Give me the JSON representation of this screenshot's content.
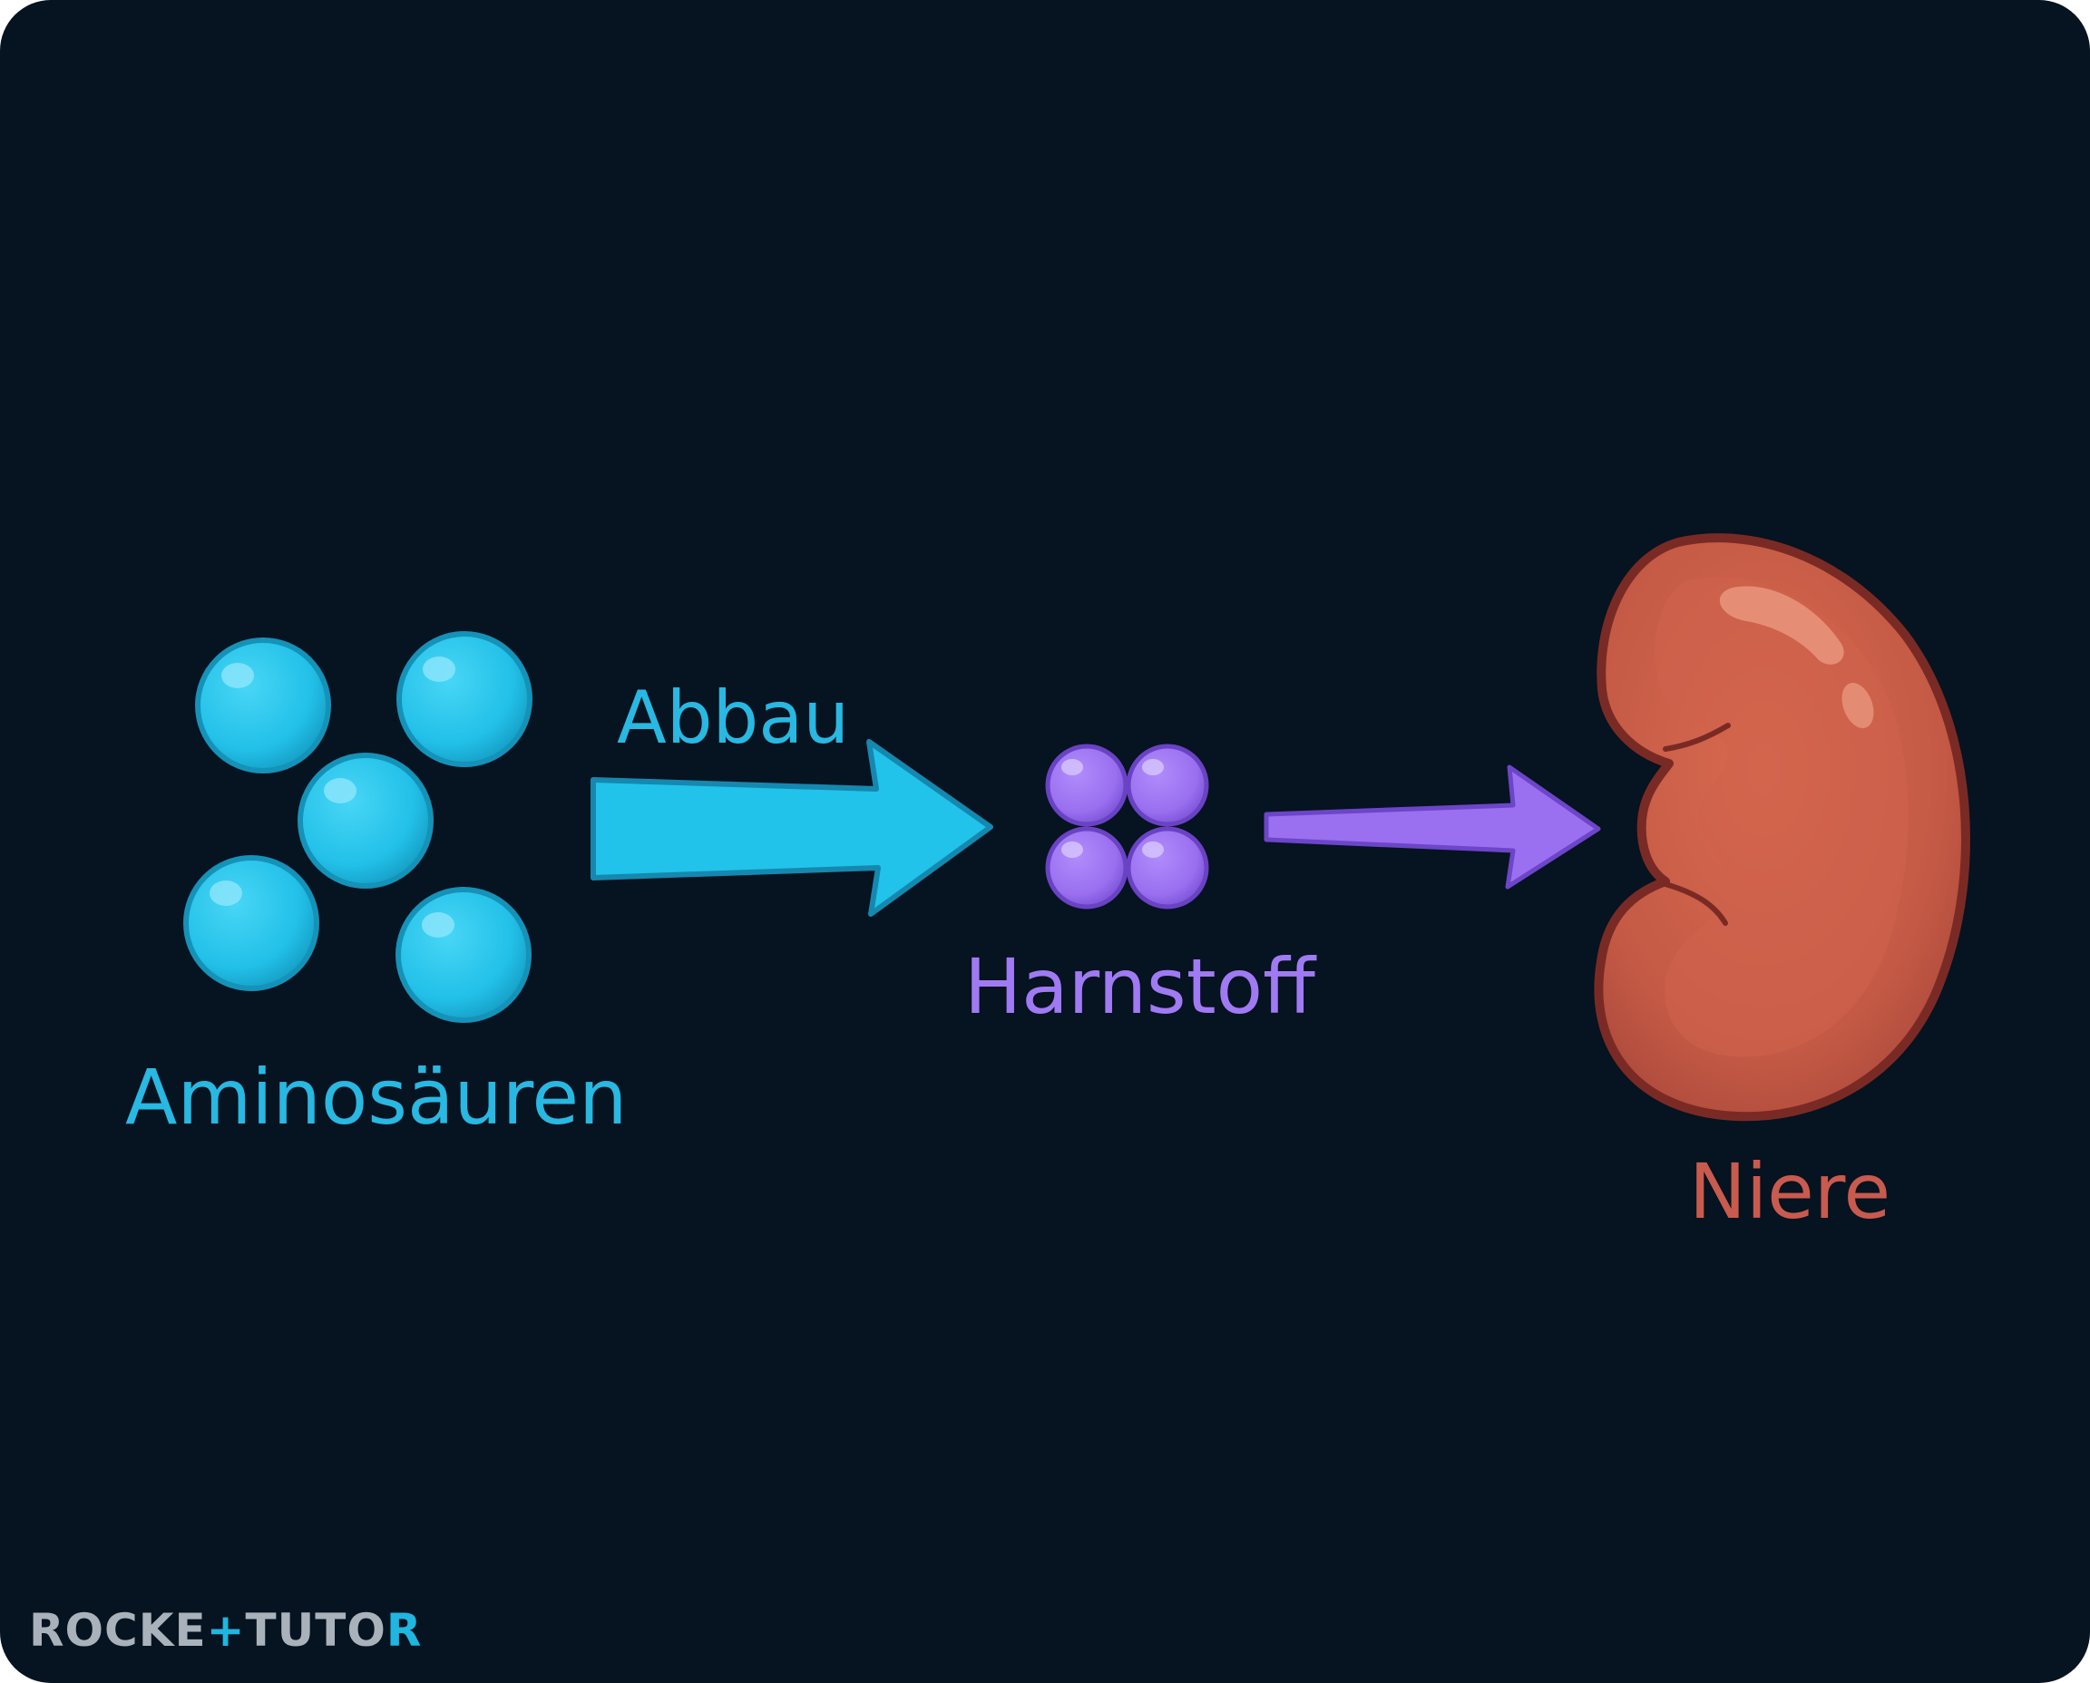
{
  "labels": {
    "aminosaeuren": "Aminosäuren",
    "abbau": "Abbau",
    "harnstoff": "Harnstoff",
    "niere": "Niere"
  },
  "logo": {
    "text_left": "ROCKE",
    "text_mid": "TUTO",
    "text_right": "R"
  },
  "colors": {
    "background": "#061320",
    "amino": "#21c3ea",
    "amino_text": "#28b8e2",
    "harnstoff": "#9a6ff0",
    "harnstoff_text": "#a07af2",
    "niere": "#c45a45",
    "niere_text": "#c85b4e",
    "logo_gray": "#a9b2ba",
    "logo_accent": "#1fb6e0"
  }
}
